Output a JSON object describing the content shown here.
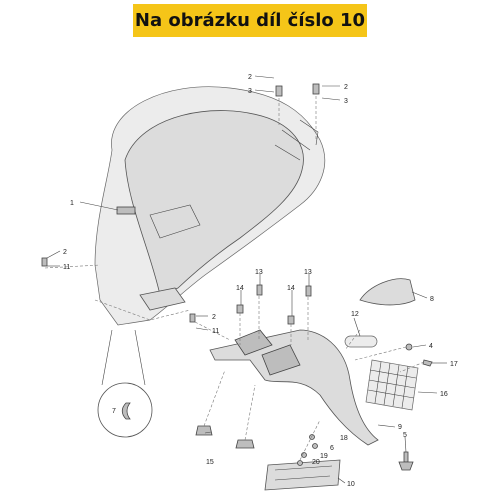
{
  "banner": {
    "text": "Na obrázku díl číslo 10"
  },
  "callouts": [
    {
      "id": "c1",
      "label": "1"
    },
    {
      "id": "c2a",
      "label": "2"
    },
    {
      "id": "c2b",
      "label": "2"
    },
    {
      "id": "c2c",
      "label": "2"
    },
    {
      "id": "c2d",
      "label": "2"
    },
    {
      "id": "c3a",
      "label": "3"
    },
    {
      "id": "c3b",
      "label": "3"
    },
    {
      "id": "c4",
      "label": "4"
    },
    {
      "id": "c5",
      "label": "5"
    },
    {
      "id": "c6",
      "label": "6"
    },
    {
      "id": "c7",
      "label": "7"
    },
    {
      "id": "c8",
      "label": "8"
    },
    {
      "id": "c9",
      "label": "9"
    },
    {
      "id": "c10",
      "label": "10"
    },
    {
      "id": "c11a",
      "label": "11"
    },
    {
      "id": "c11b",
      "label": "11"
    },
    {
      "id": "c12",
      "label": "12"
    },
    {
      "id": "c13a",
      "label": "13"
    },
    {
      "id": "c13b",
      "label": "13"
    },
    {
      "id": "c14a",
      "label": "14"
    },
    {
      "id": "c14b",
      "label": "14"
    },
    {
      "id": "c15",
      "label": "15"
    },
    {
      "id": "c16",
      "label": "16"
    },
    {
      "id": "c17",
      "label": "17"
    },
    {
      "id": "c18",
      "label": "18"
    },
    {
      "id": "c19",
      "label": "19"
    },
    {
      "id": "c20",
      "label": "20"
    }
  ]
}
